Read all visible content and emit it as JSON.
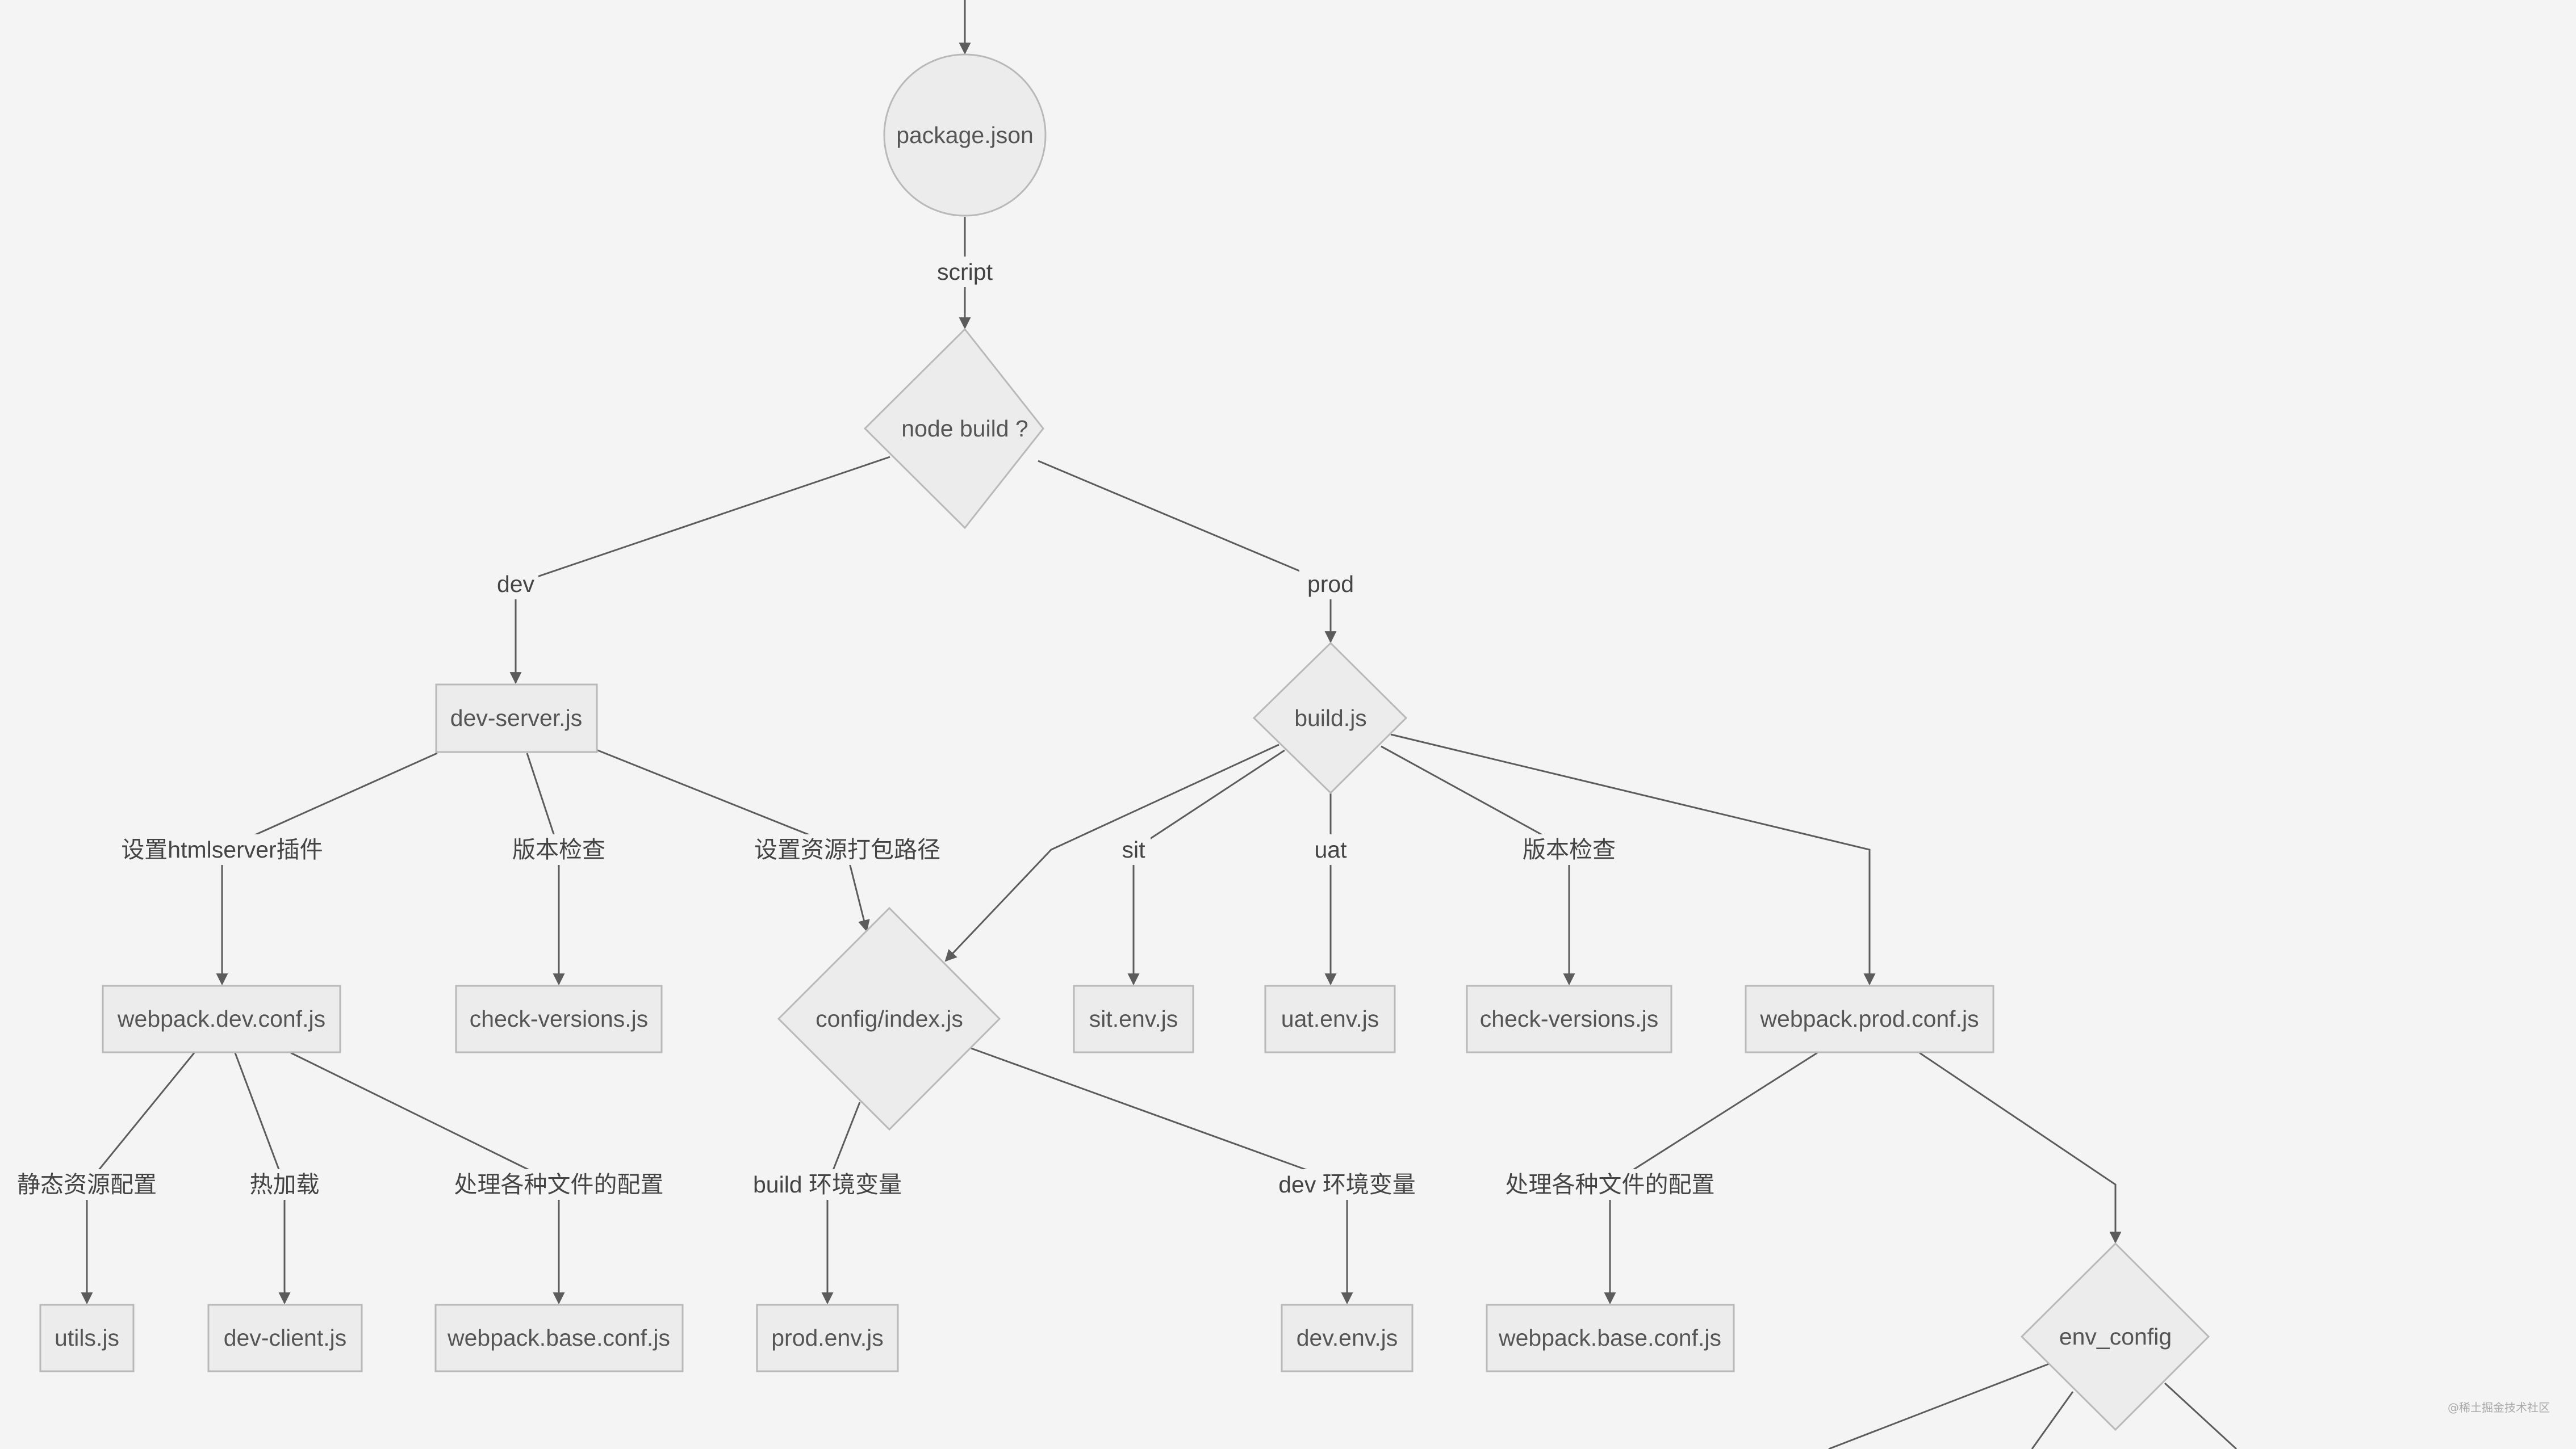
{
  "nodes": {
    "package_json": "package.json",
    "node_build": "node build ?",
    "dev_server": "dev-server.js",
    "build_js": "build.js",
    "webpack_dev_conf": "webpack.dev.conf.js",
    "check_versions_dev": "check-versions.js",
    "config_index": "config/index.js",
    "sit_env": "sit.env.js",
    "uat_env": "uat.env.js",
    "check_versions_prod": "check-versions.js",
    "webpack_prod_conf": "webpack.prod.conf.js",
    "utils_js": "utils.js",
    "dev_client": "dev-client.js",
    "webpack_base_conf_dev": "webpack.base.conf.js",
    "prod_env": "prod.env.js",
    "dev_env": "dev.env.js",
    "webpack_base_conf_prod": "webpack.base.conf.js",
    "env_config": "env_config"
  },
  "edge_labels": {
    "script": "script",
    "dev": "dev",
    "prod": "prod",
    "set_html_server_plugin": "设置htmlserver插件",
    "version_check_dev": "版本检查",
    "set_asset_path": "设置资源打包路径",
    "sit": "sit",
    "uat": "uat",
    "version_check_prod": "版本检查",
    "static_asset_config": "静态资源配置",
    "hot_reload": "热加载",
    "file_config_dev": "处理各种文件的配置",
    "build_env_var": "build 环境变量",
    "dev_env_var": "dev 环境变量",
    "file_config_prod": "处理各种文件的配置"
  },
  "watermark": "@稀土掘金技术社区",
  "colors": {
    "background": "#f4f4f4",
    "node_fill": "#ececec",
    "node_stroke": "#b9b9b9",
    "edge": "#5c5c5c",
    "text": "#555555"
  }
}
